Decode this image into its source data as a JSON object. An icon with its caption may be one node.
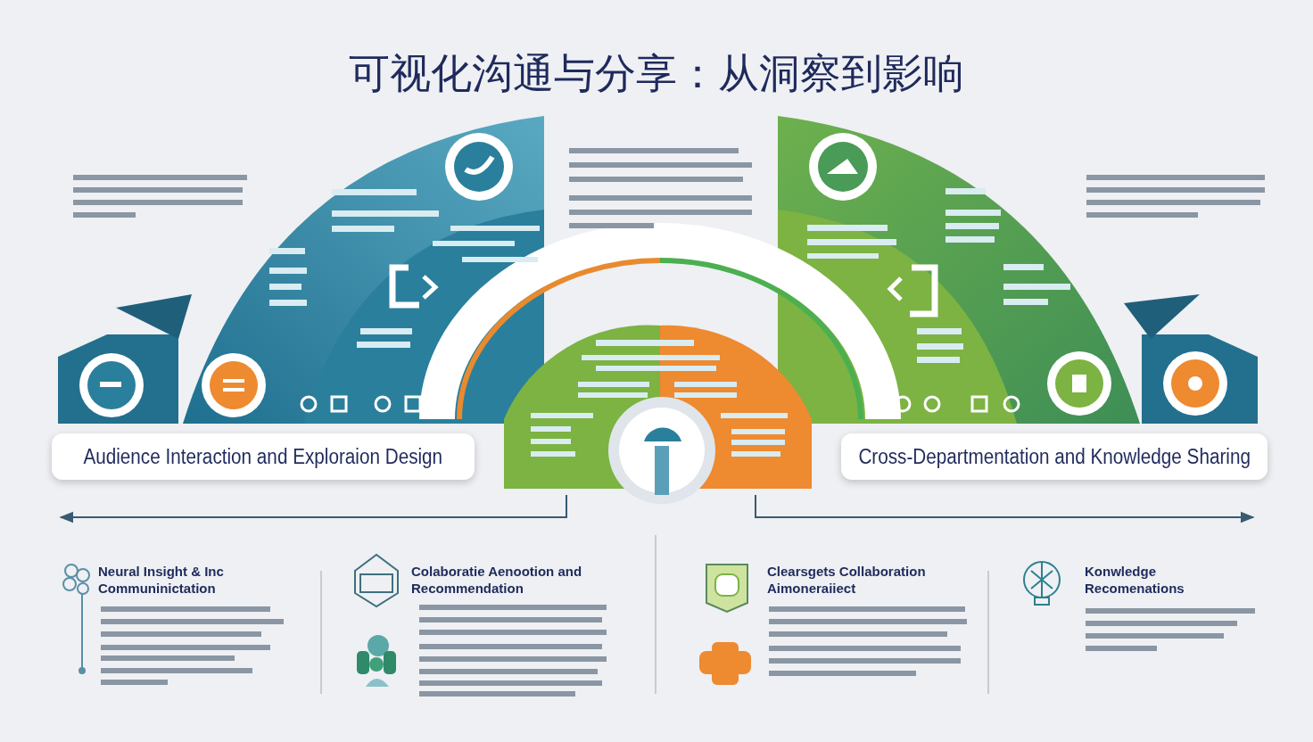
{
  "diagram": {
    "title": "可视化沟通与分享：从洞察到影响",
    "nodes": [
      {
        "text": [
          "Audience Interaction and Exploraion Design"
        ]
      },
      {
        "text": [
          "Cross-Departmentation and Knowledge Sharing"
        ]
      }
    ],
    "labels": [
      "Neural Insight & Inc Communinictation",
      "Colaboratie Aenootion and Recommendation",
      "Clearsgets Collaboration Aimoneraiiect",
      "Konwledge Recomenations"
    ]
  }
}
